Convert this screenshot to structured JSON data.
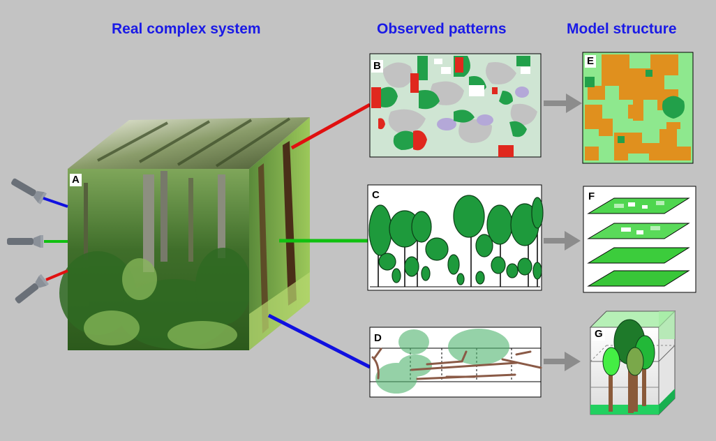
{
  "headings": {
    "real": "Real complex system",
    "observed": "Observed patterns",
    "model": "Model structure"
  },
  "panels": {
    "a": "A",
    "b": "B",
    "c": "C",
    "d": "D",
    "e": "E",
    "f": "F",
    "g": "G"
  },
  "colors": {
    "background": "#c3c3c3",
    "heading": "#1a1ae6",
    "link_red": "#e01010",
    "link_green": "#10c010",
    "link_blue": "#1010e0",
    "arrow": "#8c8c8c"
  }
}
